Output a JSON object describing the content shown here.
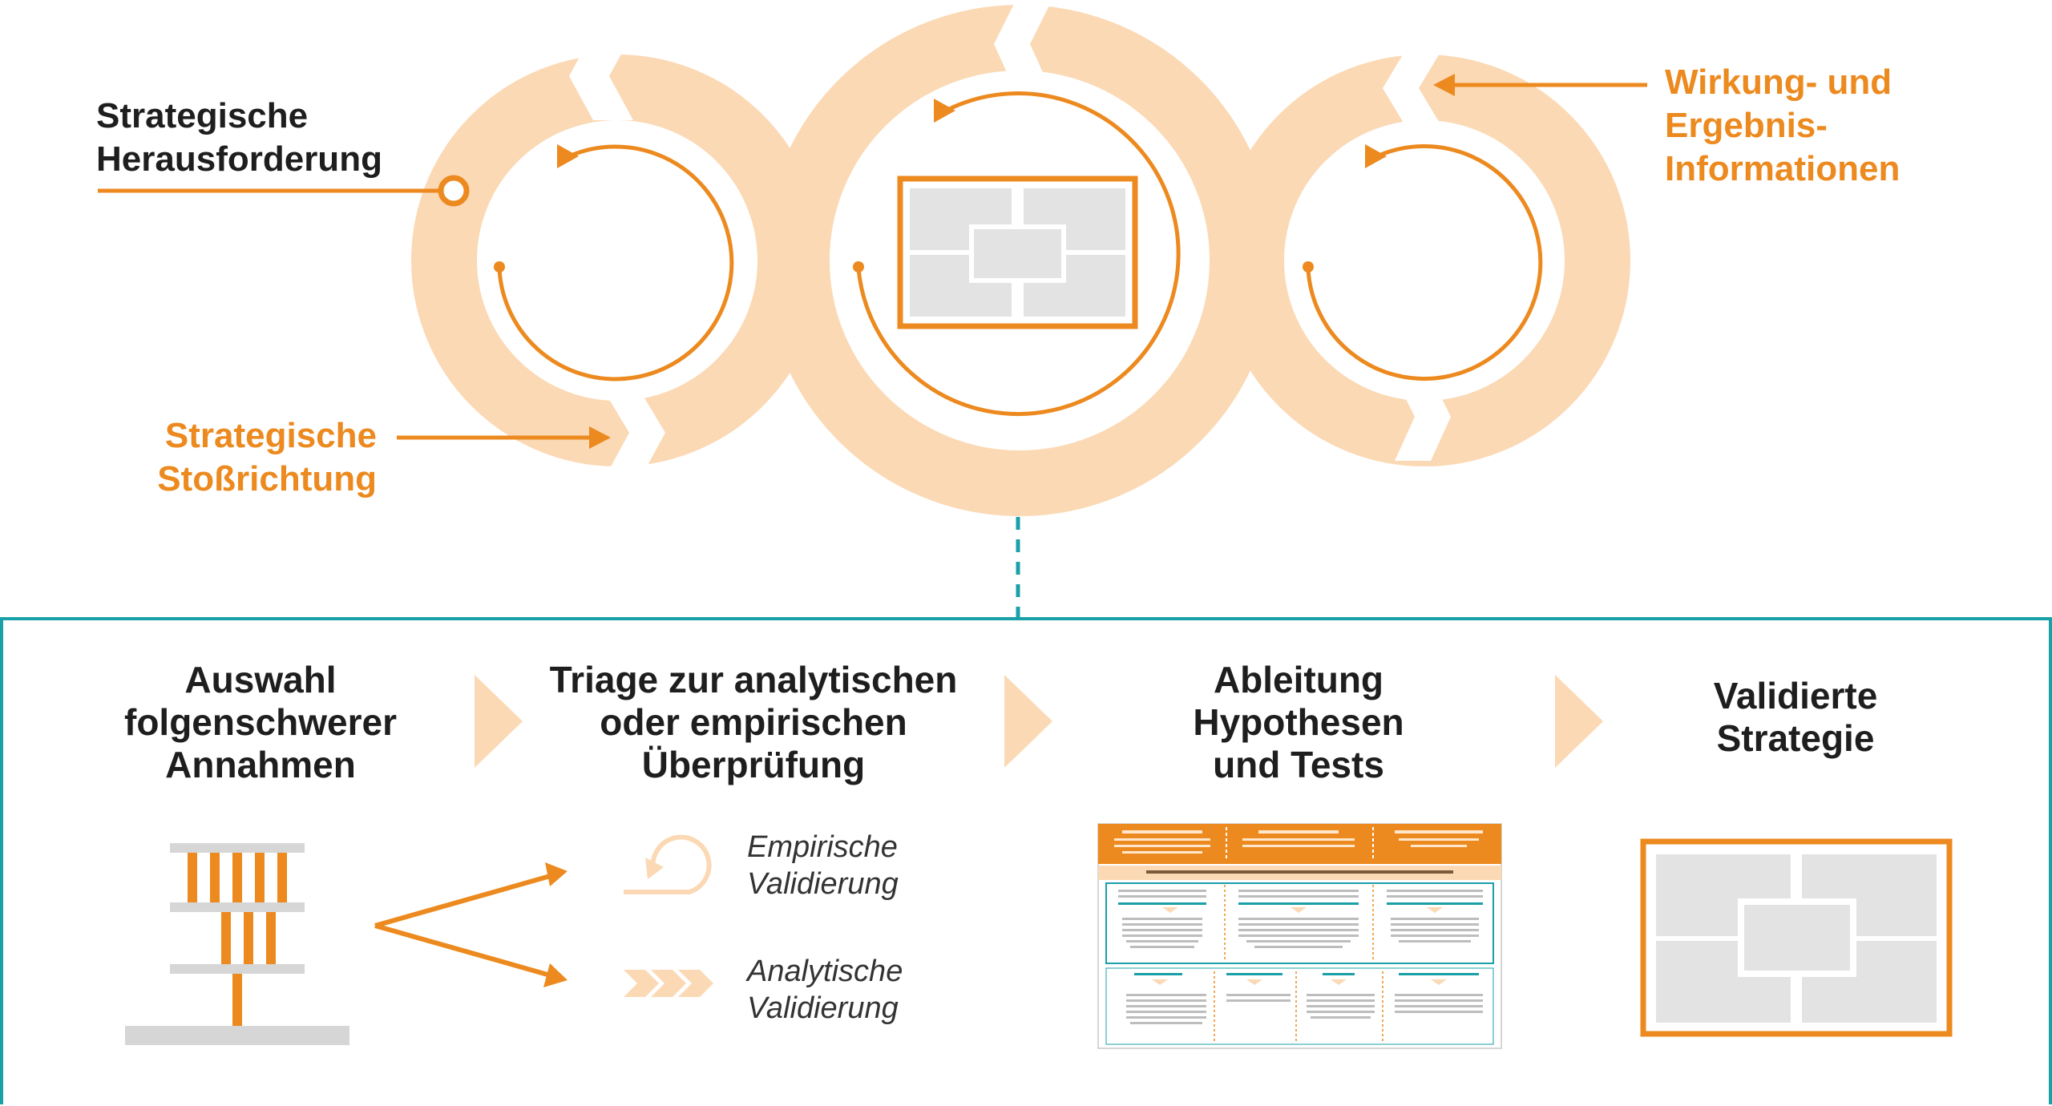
{
  "top": {
    "challenge_label": [
      "Strategische",
      "Herausforderung"
    ],
    "thrust_label": [
      "Strategische",
      "Stoßrichtung"
    ],
    "impact_label": [
      "Wirkung- und",
      "Ergebnis-",
      "Informationen"
    ]
  },
  "steps": [
    {
      "title": [
        "Auswahl",
        "folgenschwerer",
        "Annahmen"
      ]
    },
    {
      "title": [
        "Triage zur analytischen",
        "oder empirischen",
        "Überprüfung"
      ]
    },
    {
      "title": [
        "Ableitung",
        "Hypothesen",
        "und Tests"
      ]
    },
    {
      "title": [
        "Validierte",
        "Strategie"
      ]
    }
  ],
  "validation": {
    "empirical": [
      "Empirische",
      "Validierung"
    ],
    "analytical": [
      "Analytische",
      "Validierung"
    ]
  },
  "colors": {
    "orange": "#ec8a1f",
    "light_orange": "#fbd9b5",
    "teal": "#1aa0a8",
    "grey": "#d6d6d6",
    "dark": "#1e1e1e"
  },
  "icons": {
    "cycle": "circular-arrow-icon",
    "canvas": "strategy-canvas-icon",
    "tree": "assumption-stack-icon",
    "empirical": "loop-arrow-icon",
    "analytical": "chevrons-icon",
    "triage": "fork-arrow-icon",
    "step_arrow": "chevron-right-icon"
  }
}
